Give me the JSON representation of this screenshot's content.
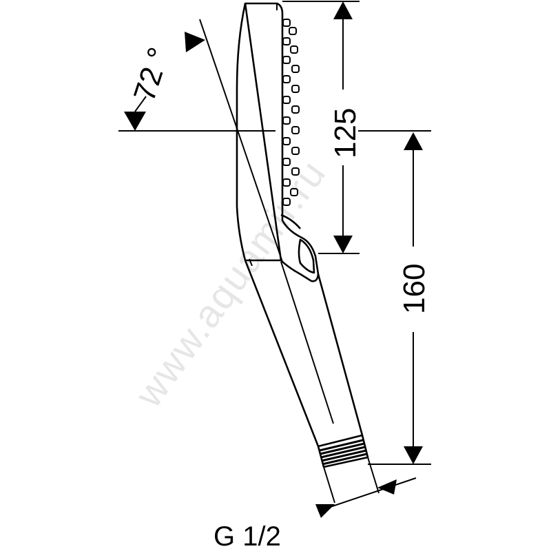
{
  "dimensions": {
    "angle": "72 °",
    "head_length": "125",
    "handle_length": "160",
    "connection": "G 1/2"
  },
  "watermark": "www.aquamir.ru",
  "colors": {
    "line": "#000000",
    "background": "#ffffff",
    "watermark": "#e6e6e6"
  }
}
